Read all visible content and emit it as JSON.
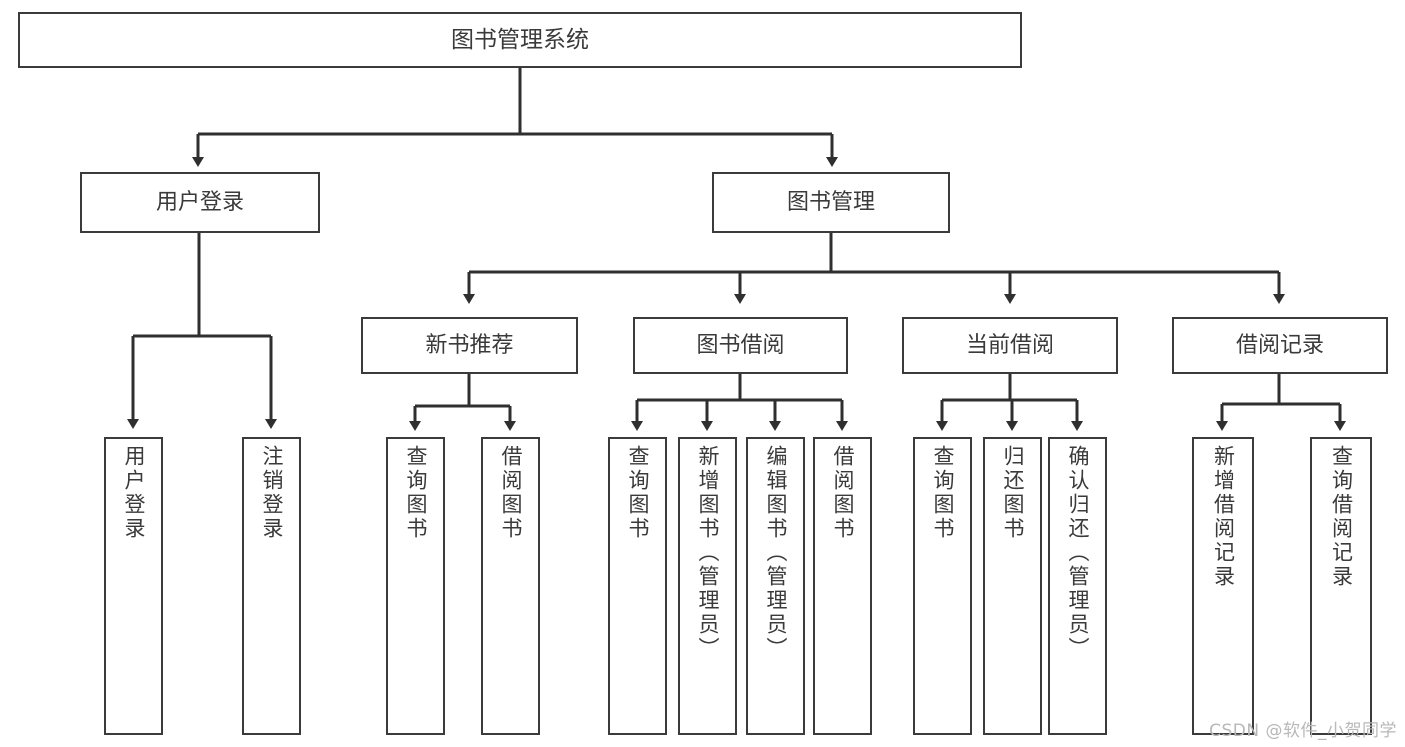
{
  "diagram": {
    "title": "图书管理系统",
    "type": "tree",
    "watermark": "CSDN @软件_小贺同学",
    "colors": {
      "box_border": "#3b3b3b",
      "box_fill": "#ffffff",
      "text": "#3a3a3a",
      "edge": "#2f2f2f",
      "watermark": "#b8b8b8",
      "background": "#ffffff"
    },
    "levels": {
      "root": {
        "label": "图书管理系统"
      },
      "level1": [
        {
          "id": "user-login",
          "label": "用户登录"
        },
        {
          "id": "book-manage",
          "label": "图书管理"
        }
      ],
      "level2": [
        {
          "id": "new-book-recommend",
          "label": "新书推荐"
        },
        {
          "id": "book-borrow",
          "label": "图书借阅"
        },
        {
          "id": "current-borrow",
          "label": "当前借阅"
        },
        {
          "id": "borrow-record",
          "label": "借阅记录"
        }
      ],
      "leaves": {
        "user-login": [
          {
            "id": "leaf-user-login",
            "label": "用户登录"
          },
          {
            "id": "leaf-logout-login",
            "label": "注销登录"
          }
        ],
        "new-book-recommend": [
          {
            "id": "leaf-query-book-1",
            "label": "查询图书"
          },
          {
            "id": "leaf-borrow-book-1",
            "label": "借阅图书"
          }
        ],
        "book-borrow": [
          {
            "id": "leaf-query-book-2",
            "label": "查询图书"
          },
          {
            "id": "leaf-add-book",
            "label": "新增图书（管理员）"
          },
          {
            "id": "leaf-edit-book",
            "label": "编辑图书（管理员）"
          },
          {
            "id": "leaf-borrow-book-2",
            "label": "借阅图书"
          }
        ],
        "current-borrow": [
          {
            "id": "leaf-query-book-3",
            "label": "查询图书"
          },
          {
            "id": "leaf-return-book",
            "label": "归还图书"
          },
          {
            "id": "leaf-confirm-return",
            "label": "确认归还（管理员）"
          }
        ],
        "borrow-record": [
          {
            "id": "leaf-add-record",
            "label": "新增借阅记录"
          },
          {
            "id": "leaf-query-record",
            "label": "查询借阅记录"
          }
        ]
      }
    }
  }
}
